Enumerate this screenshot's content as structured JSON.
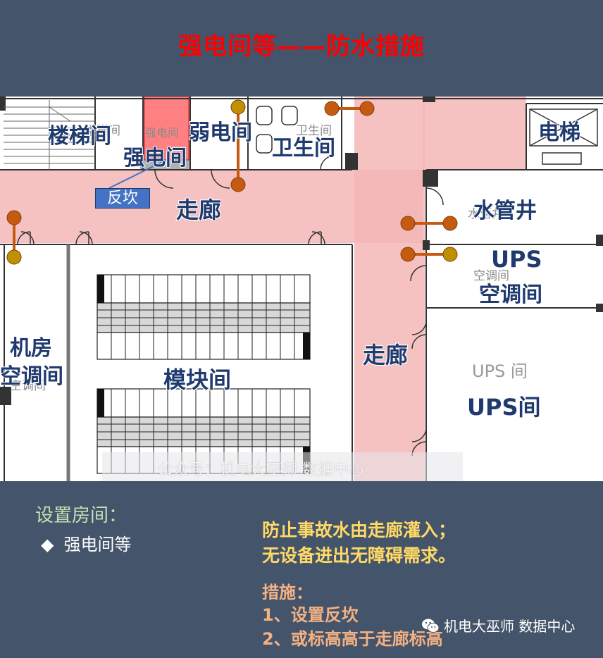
{
  "title": "强电间等——防水措施",
  "rooms": {
    "stair": "楼梯间",
    "stair_ghost": "楼梯间",
    "strong": "强电间",
    "strong_ghost": "强电间",
    "weak": "弱电间",
    "toilet": "卫生间",
    "toilet_ghost": "卫生间",
    "elevator": "电梯",
    "corridor_top": "走廊",
    "fankan": "反坎",
    "pipe": "水管井",
    "pipe_ghost": "水管井",
    "ups_ac_1": "UPS",
    "ups_ac_2": "空调间",
    "ups_ac_ghost": "空调间",
    "machine_ac_1": "机房",
    "machine_ac_2": "空调间",
    "machine_ac_ghost": "空调间",
    "module": "模块间",
    "corridor_right": "走廊",
    "ups_ghost": "UPS 间",
    "ups": "UPS间"
  },
  "watermark": "公众号：机电大巫师 数据中心",
  "setting": {
    "title": "设置房间：",
    "bullet": "◆",
    "item": "强电间等"
  },
  "reason": {
    "line1": "防止事故水由走廊灌入；",
    "line2": "无设备进出无障碍需求。"
  },
  "measures": {
    "title": "措施：",
    "item1": "1、设置反坎",
    "item2": "2、或标高高于走廊标高"
  },
  "wechat": "机电大巫师 数据中心",
  "colors": {
    "background": "#44546a",
    "title": "#ff0000",
    "corridor_fill": "#f4b6b6",
    "strong_room_fill": "#ff8080",
    "pipe": "#c55a11",
    "valve_orange": "#c55a11",
    "valve_gold": "#bf9000"
  }
}
